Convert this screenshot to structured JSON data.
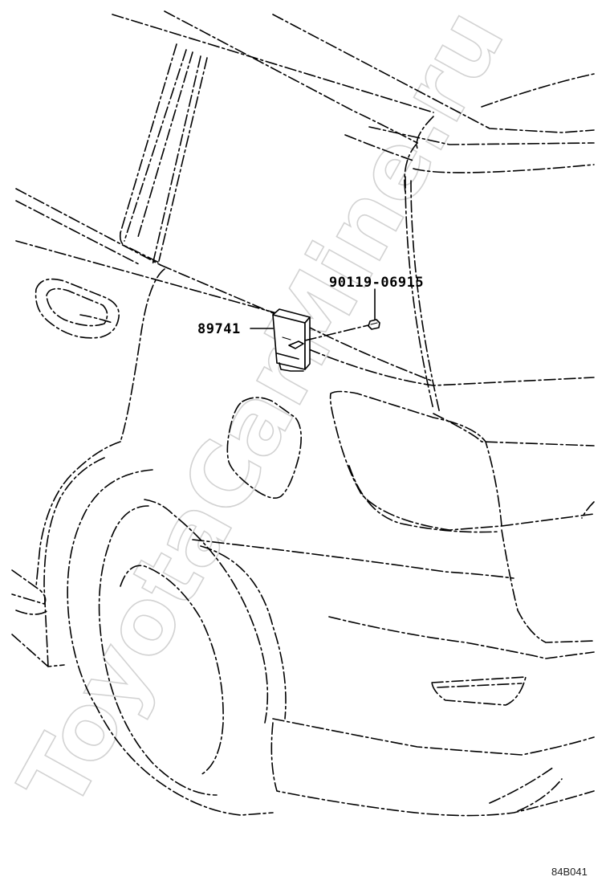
{
  "watermark": "ToyotaCarMine.ru",
  "callouts": {
    "bolt": "90119-06915",
    "module": "89741"
  },
  "diagram_code": "84B041"
}
